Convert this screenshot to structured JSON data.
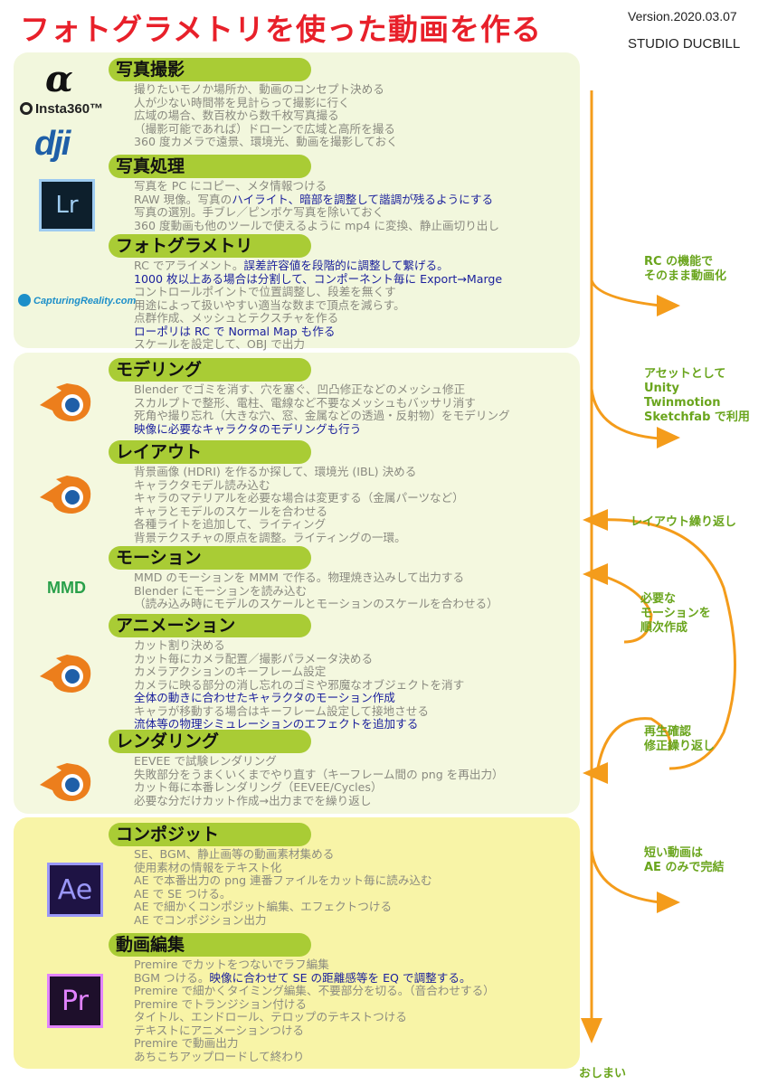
{
  "header": {
    "title": "フォトグラメトリを使った動画を作る",
    "version": "Version.2020.03.07",
    "studio": "STUDIO DUCBILL"
  },
  "logos": {
    "alpha": "α",
    "insta360": "Insta360™",
    "dji": "dji",
    "lightroom": "Lr",
    "capturing_reality": "CapturingReality.com",
    "mmd": "MMD",
    "after_effects": "Ae",
    "premiere": "Pr"
  },
  "sections": [
    {
      "title": "写真撮影",
      "lines": [
        [
          {
            "t": "撮りたいモノか場所か、動画のコンセプト決める"
          }
        ],
        [
          {
            "t": "人が少ない時間帯を見計らって撮影に行く"
          }
        ],
        [
          {
            "t": "広域の場合、数百枚から数千枚写真撮る"
          }
        ],
        [
          {
            "t": "（撮影可能であれば）ドローンで広域と高所を撮る"
          }
        ],
        [
          {
            "t": "360 度カメラで遠景、環境光、動画を撮影しておく"
          }
        ]
      ]
    },
    {
      "title": "写真処理",
      "lines": [
        [
          {
            "t": "写真を PC にコピー、メタ情報つける"
          }
        ],
        [
          {
            "t": "RAW 現像。写真の"
          },
          {
            "t": "ハイライト、暗部を調整して諧調が残るようにする",
            "h": true
          }
        ],
        [
          {
            "t": "写真の選別。手ブレ／ピンボケ写真を除いておく"
          }
        ],
        [
          {
            "t": "360 度動画も他のツールで使えるように mp4 に変換、静止画切り出し"
          }
        ]
      ]
    },
    {
      "title": "フォトグラメトリ",
      "lines": [
        [
          {
            "t": "RC でアライメント。"
          },
          {
            "t": "誤差許容値を段階的に調整して繋げる。",
            "h": true
          }
        ],
        [
          {
            "t": "1000 枚以上ある場合は分割して、コンポーネント毎に Export→Marge",
            "h": true
          }
        ],
        [
          {
            "t": "コントロールポイントで位置調整し、段差を無くす"
          }
        ],
        [
          {
            "t": "用途によって扱いやすい適当な数まで頂点を減らす。"
          }
        ],
        [
          {
            "t": "点群作成、メッシュとテクスチャを作る"
          }
        ],
        [
          {
            "t": "ローポリは RC で Normal Map も作る",
            "h": true
          }
        ],
        [
          {
            "t": "スケールを設定して、OBJ で出力"
          }
        ]
      ]
    },
    {
      "title": "モデリング",
      "lines": [
        [
          {
            "t": "Blender でゴミを消す、穴を塞ぐ、凹凸修正などのメッシュ修正"
          }
        ],
        [
          {
            "t": "スカルプトで整形、電柱、電線など不要なメッシュもバッサリ消す"
          }
        ],
        [
          {
            "t": "死角や撮り忘れ（大きな穴、窓、金属などの透過・反射物）をモデリング"
          }
        ],
        [
          {
            "t": "映像に必要なキャラクタのモデリングも行う",
            "h": true
          }
        ]
      ]
    },
    {
      "title": "レイアウト",
      "lines": [
        [
          {
            "t": "背景画像 (HDRI) を作るか探して、環境光 (IBL) 決める"
          }
        ],
        [
          {
            "t": "キャラクタモデル読み込む"
          }
        ],
        [
          {
            "t": "キャラのマテリアルを必要な場合は変更する（金属パーツなど）"
          }
        ],
        [
          {
            "t": "キャラとモデルのスケールを合わせる"
          }
        ],
        [
          {
            "t": "各種ライトを追加して、ライティング"
          }
        ],
        [
          {
            "t": "背景テクスチャの原点を調整。ライティングの一環。"
          }
        ]
      ]
    },
    {
      "title": "モーション",
      "lines": [
        [
          {
            "t": "MMD のモーションを MMM で作る。物理焼き込みして出力する"
          }
        ],
        [
          {
            "t": "Blender にモーションを読み込む"
          }
        ],
        [
          {
            "t": "（読み込み時にモデルのスケールとモーションのスケールを合わせる）"
          }
        ]
      ]
    },
    {
      "title": "アニメーション",
      "lines": [
        [
          {
            "t": "カット割り決める"
          }
        ],
        [
          {
            "t": "カット毎にカメラ配置／撮影パラメータ決める"
          }
        ],
        [
          {
            "t": "カメラアクションのキーフレーム設定"
          }
        ],
        [
          {
            "t": "カメラに映る部分の消し忘れのゴミや邪魔なオブジェクトを消す"
          }
        ],
        [
          {
            "t": "全体の動きに合わせたキャラクタのモーション作成",
            "h": true
          }
        ],
        [
          {
            "t": "キャラが移動する場合はキーフレーム設定して接地させる"
          }
        ],
        [
          {
            "t": "流体等の物理シミュレーションのエフェクトを追加する",
            "h": true
          }
        ]
      ]
    },
    {
      "title": "レンダリング",
      "lines": [
        [
          {
            "t": "EEVEE で試験レンダリング"
          }
        ],
        [
          {
            "t": "失敗部分をうまくいくまでやり直す（キーフレーム間の png を再出力）"
          }
        ],
        [
          {
            "t": "カット毎に本番レンダリング（EEVEE/Cycles）"
          }
        ],
        [
          {
            "t": "必要な分だけカット作成→出力までを繰り返し"
          }
        ]
      ]
    },
    {
      "title": "コンポジット",
      "lines": [
        [
          {
            "t": "SE、BGM、静止画等の動画素材集める"
          }
        ],
        [
          {
            "t": "使用素材の情報をテキスト化"
          }
        ],
        [
          {
            "t": "AE で本番出力の png 連番ファイルをカット毎に読み込む"
          }
        ],
        [
          {
            "t": "AE で SE つける。"
          }
        ],
        [
          {
            "t": "AE で細かくコンポジット編集、エフェクトつける"
          }
        ],
        [
          {
            "t": "AE でコンポジション出力"
          }
        ]
      ]
    },
    {
      "title": "動画編集",
      "lines": [
        [
          {
            "t": "Premire でカットをつないでラフ編集"
          }
        ],
        [
          {
            "t": "BGM つける。"
          },
          {
            "t": "映像に合わせて SE の距離感等を EQ で調整する。",
            "h": true
          }
        ],
        [
          {
            "t": "Premire で細かくタイミング編集、不要部分を切る。（音合わせする）"
          }
        ],
        [
          {
            "t": "Premire でトランジション付ける"
          }
        ],
        [
          {
            "t": "タイトル、エンドロール、テロップのテキストつける"
          }
        ],
        [
          {
            "t": "テキストにアニメーションつける"
          }
        ],
        [
          {
            "t": "Premire で動画出力"
          }
        ],
        [
          {
            "t": "あちこちアップロードして終わり"
          }
        ]
      ]
    }
  ],
  "notes": {
    "rc": [
      "RC の機能で",
      "そのまま動画化"
    ],
    "asset": [
      "アセットとして",
      "Unity",
      "Twinmotion",
      "Sketchfab で利用"
    ],
    "layout_repeat": [
      "レイアウト繰り返し"
    ],
    "motion": [
      "必要な",
      "モーションを",
      "順次作成"
    ],
    "playback": [
      "再生確認",
      "修正繰り返し"
    ],
    "short": [
      "短い動画は",
      "AE のみで完結"
    ],
    "end": "おしまい"
  }
}
